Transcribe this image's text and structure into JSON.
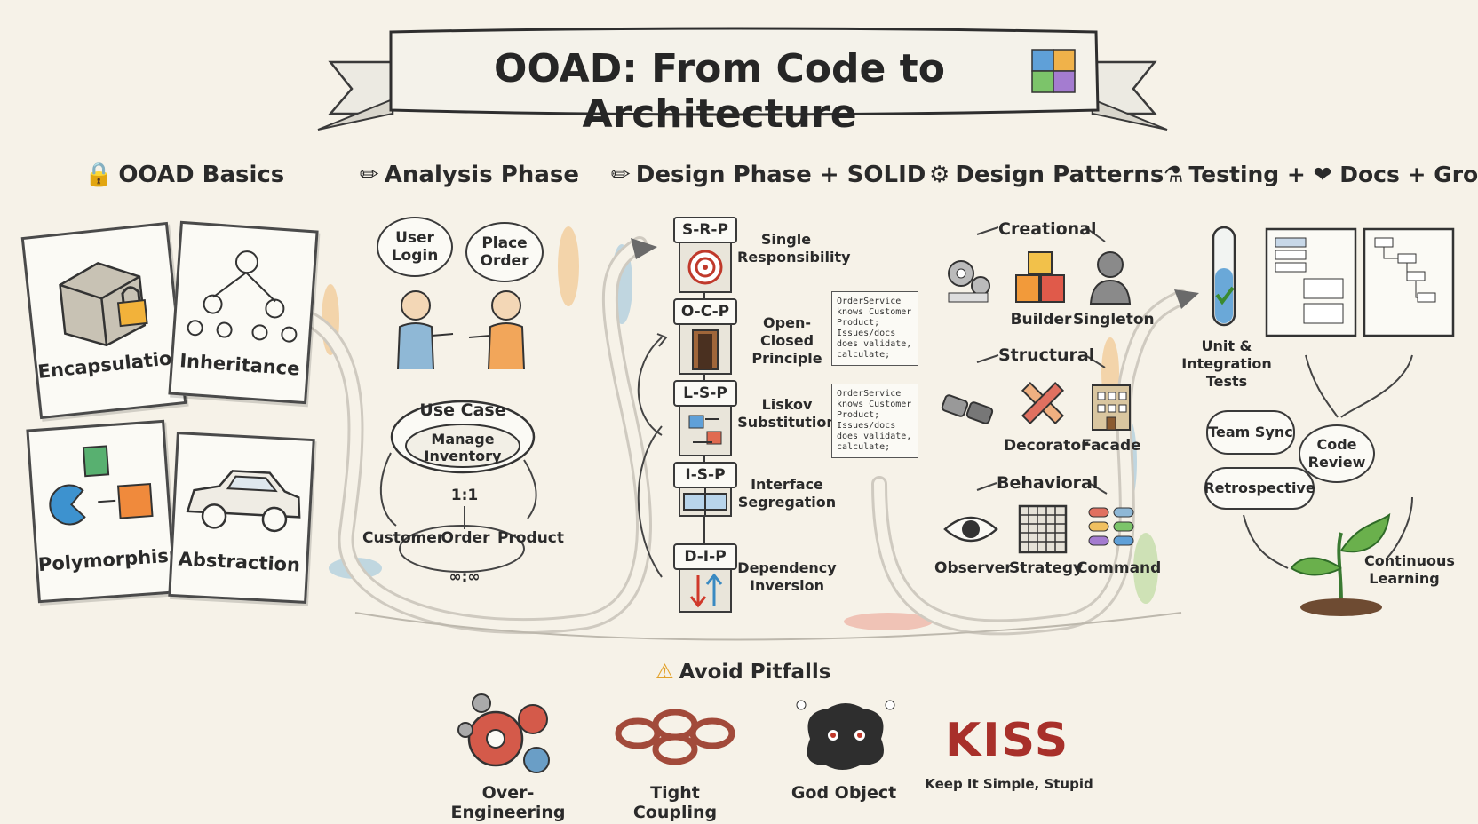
{
  "title": "OOAD: From Code to Architecture",
  "sections": {
    "basics": "OOAD Basics",
    "analysis": "Analysis Phase",
    "design": "Design Phase + SOLID",
    "patterns": "Design Patterns",
    "testing": "Testing + ❤ Docs + Growth"
  },
  "basics_cards": [
    "Encapsulation",
    "Inheritance",
    "Polymorphism",
    "Abstraction"
  ],
  "analysis": {
    "bubble1": "User Login",
    "bubble2": "Place Order",
    "use_case_title": "Use Case",
    "use_case_body": "Manage Inventory",
    "ratio_top": "1:1",
    "entities": [
      "Customer",
      "Order",
      "Product"
    ],
    "ratio_bottom": "∞:∞"
  },
  "solid": [
    {
      "tag": "S-R-P",
      "label": "Single Responsibility"
    },
    {
      "tag": "O-C-P",
      "label": "Open-Closed Principle"
    },
    {
      "tag": "L-S-P",
      "label": "Liskov Substitution"
    },
    {
      "tag": "I-S-P",
      "label": "Interface Segregation"
    },
    {
      "tag": "D-I-P",
      "label": "Dependency Inversion"
    }
  ],
  "code_notes": [
    [
      "OrderService",
      "knows Customer,",
      "Product;",
      "Issues/docs",
      "does validate,",
      "calculate;"
    ],
    [
      "OrderService",
      "knows Customer,",
      "Product;",
      "Issues/docs",
      "does validate,",
      "calculate;"
    ]
  ],
  "patterns": {
    "creational": "Creational",
    "creational_items": [
      "Builder",
      "Singleton"
    ],
    "structural": "Structural",
    "structural_items": [
      "Decorator",
      "Facade"
    ],
    "behavioral": "Behavioral",
    "behavioral_items": [
      "Observer",
      "Strategy",
      "Command"
    ]
  },
  "testing": {
    "unit": "Unit & Integration Tests",
    "team_sync": "Team Sync",
    "code_review": "Code Review",
    "retrospective": "Retrospective",
    "continuous": "Continuous Learning"
  },
  "pitfalls": {
    "title": "Avoid Pitfalls",
    "items": [
      "Over-Engineering",
      "Tight Coupling",
      "God Object"
    ],
    "kiss": "KISS",
    "kiss_sub": "Keep It Simple, Stupid"
  },
  "colors": {
    "paper": "#f6f2e8",
    "ink": "#2b2b2b",
    "kiss_red": "#a8302a",
    "accent_orange": "#f0a04b",
    "accent_blue": "#7fb6d8"
  }
}
